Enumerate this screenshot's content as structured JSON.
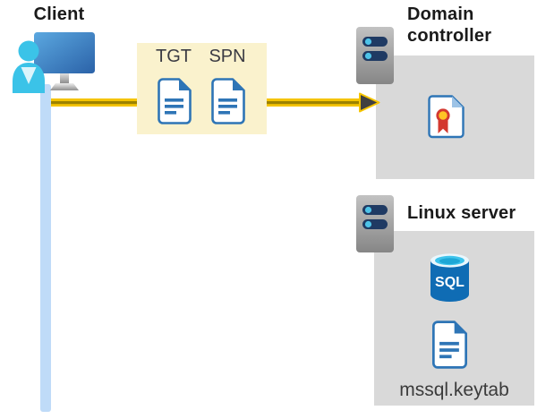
{
  "client": {
    "label": "Client"
  },
  "token_box": {
    "tgt": "TGT",
    "spn": "SPN"
  },
  "domain_controller": {
    "label": "Domain controller"
  },
  "linux_server": {
    "label": "Linux server",
    "sql_badge": "SQL",
    "keytab_filename": "mssql.keytab"
  },
  "colors": {
    "arrow_gold": "#F5C400",
    "arrow_core": "#9C8200",
    "arrowhead": "#404040",
    "token_box_bg": "#FAF2CD",
    "server_box_bg": "#D9D9D9",
    "client_line": "#BFDBF8",
    "doc_blue": "#2E75B6",
    "sql_blue": "#0F6CB4",
    "sql_cyan": "#3FC4EC",
    "person_cyan": "#3BC3E8",
    "slot_navy": "#1F3A63",
    "cert_red": "#D3382F",
    "cert_gold": "#FFC425"
  }
}
